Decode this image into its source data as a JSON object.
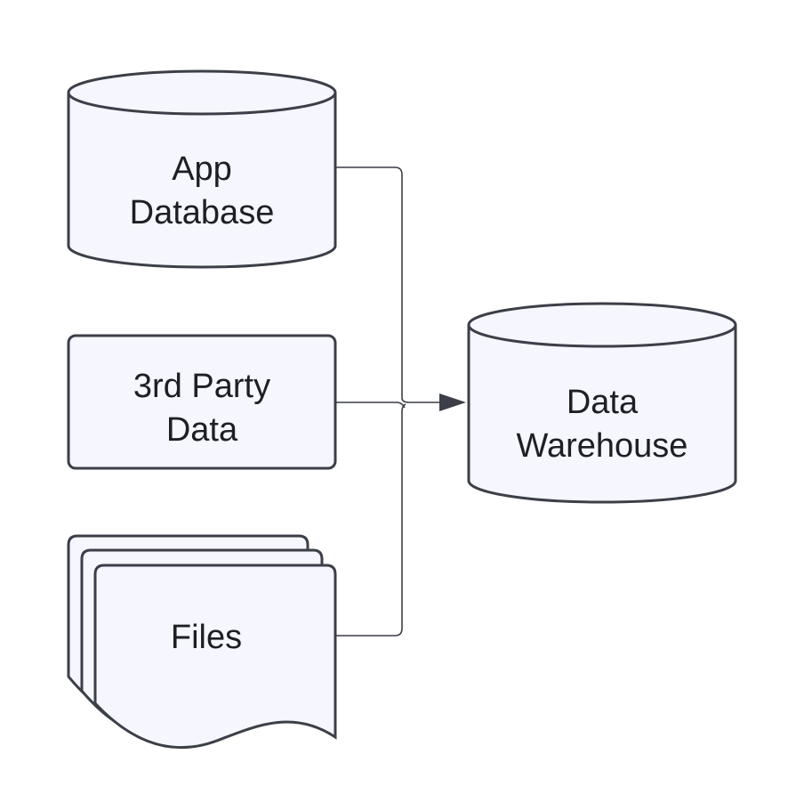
{
  "nodes": {
    "app_database": {
      "line1": "App",
      "line2": "Database"
    },
    "third_party": {
      "line1": "3rd Party",
      "line2": "Data"
    },
    "files": {
      "label": "Files"
    },
    "warehouse": {
      "line1": "Data",
      "line2": "Warehouse"
    }
  },
  "edges": [
    {
      "from": "App Database",
      "to": "Data Warehouse"
    },
    {
      "from": "3rd Party Data",
      "to": "Data Warehouse"
    },
    {
      "from": "Files",
      "to": "Data Warehouse"
    }
  ],
  "colors": {
    "node_fill": "#f5f6fe",
    "stroke": "#3c3f47",
    "text": "#1d1f24"
  }
}
